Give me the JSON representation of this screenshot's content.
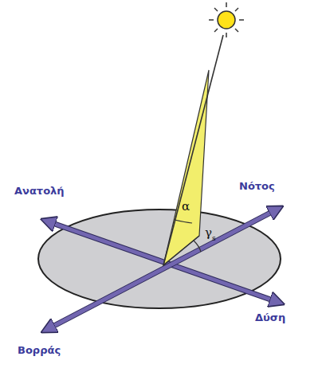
{
  "diagram": {
    "labels": [
      "Ανατολή",
      "Νότος",
      "Δύση",
      "Βορράς",
      "α",
      "γ",
      "s"
    ]
  }
}
